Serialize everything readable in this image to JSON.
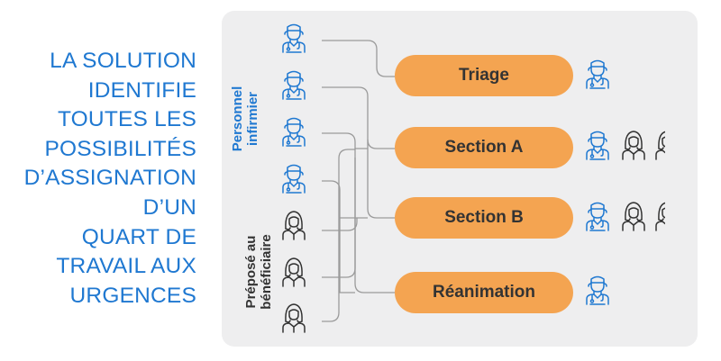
{
  "headline_lines": [
    "LA SOLUTION",
    "IDENTIFIE",
    "TOUTES LES",
    "POSSIBILITÉS",
    "D’ASSIGNATION",
    "D’UN",
    "QUART DE",
    "TRAVAIL AUX",
    "URGENCES"
  ],
  "groups": {
    "nurses": {
      "line1": "Personnel",
      "line2": "infirmier"
    },
    "attendants": {
      "line1": "Préposé au",
      "line2": "bénéficiaire"
    }
  },
  "units": [
    {
      "label": "Triage",
      "assigned": [
        "nurse-icon"
      ]
    },
    {
      "label": "Section A",
      "assigned": [
        "nurse-icon",
        "attendant-icon",
        "attendant-icon"
      ]
    },
    {
      "label": "Section B",
      "assigned": [
        "nurse-icon",
        "attendant-icon",
        "attendant-icon"
      ]
    },
    {
      "label": "Réanimation",
      "assigned": [
        "nurse-icon"
      ]
    }
  ],
  "staff_pool": [
    "nurse-icon",
    "nurse-icon",
    "nurse-icon",
    "nurse-icon",
    "attendant-icon",
    "attendant-icon",
    "attendant-icon"
  ],
  "colors": {
    "accent_blue": "#1f78d1",
    "pill_orange": "#f4a451",
    "panel_gray": "#eeeeef",
    "text_dark": "#333333",
    "wire": "#9a9a9a"
  }
}
